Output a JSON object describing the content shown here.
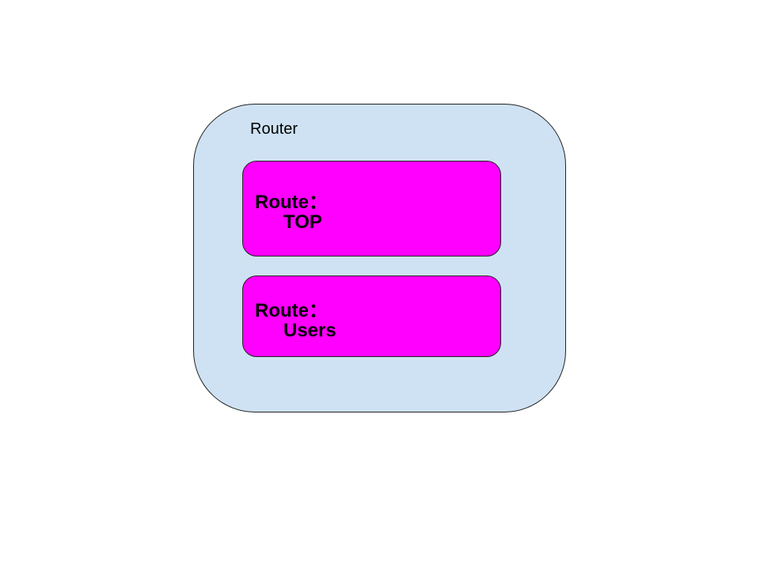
{
  "router": {
    "label": "Router",
    "fill_color": "#cfe2f3",
    "routes": [
      {
        "key": "Route：",
        "name": "TOP",
        "fill_color": "#ff00ff"
      },
      {
        "key": "Route：",
        "name": "Users",
        "fill_color": "#ff00ff"
      }
    ]
  }
}
